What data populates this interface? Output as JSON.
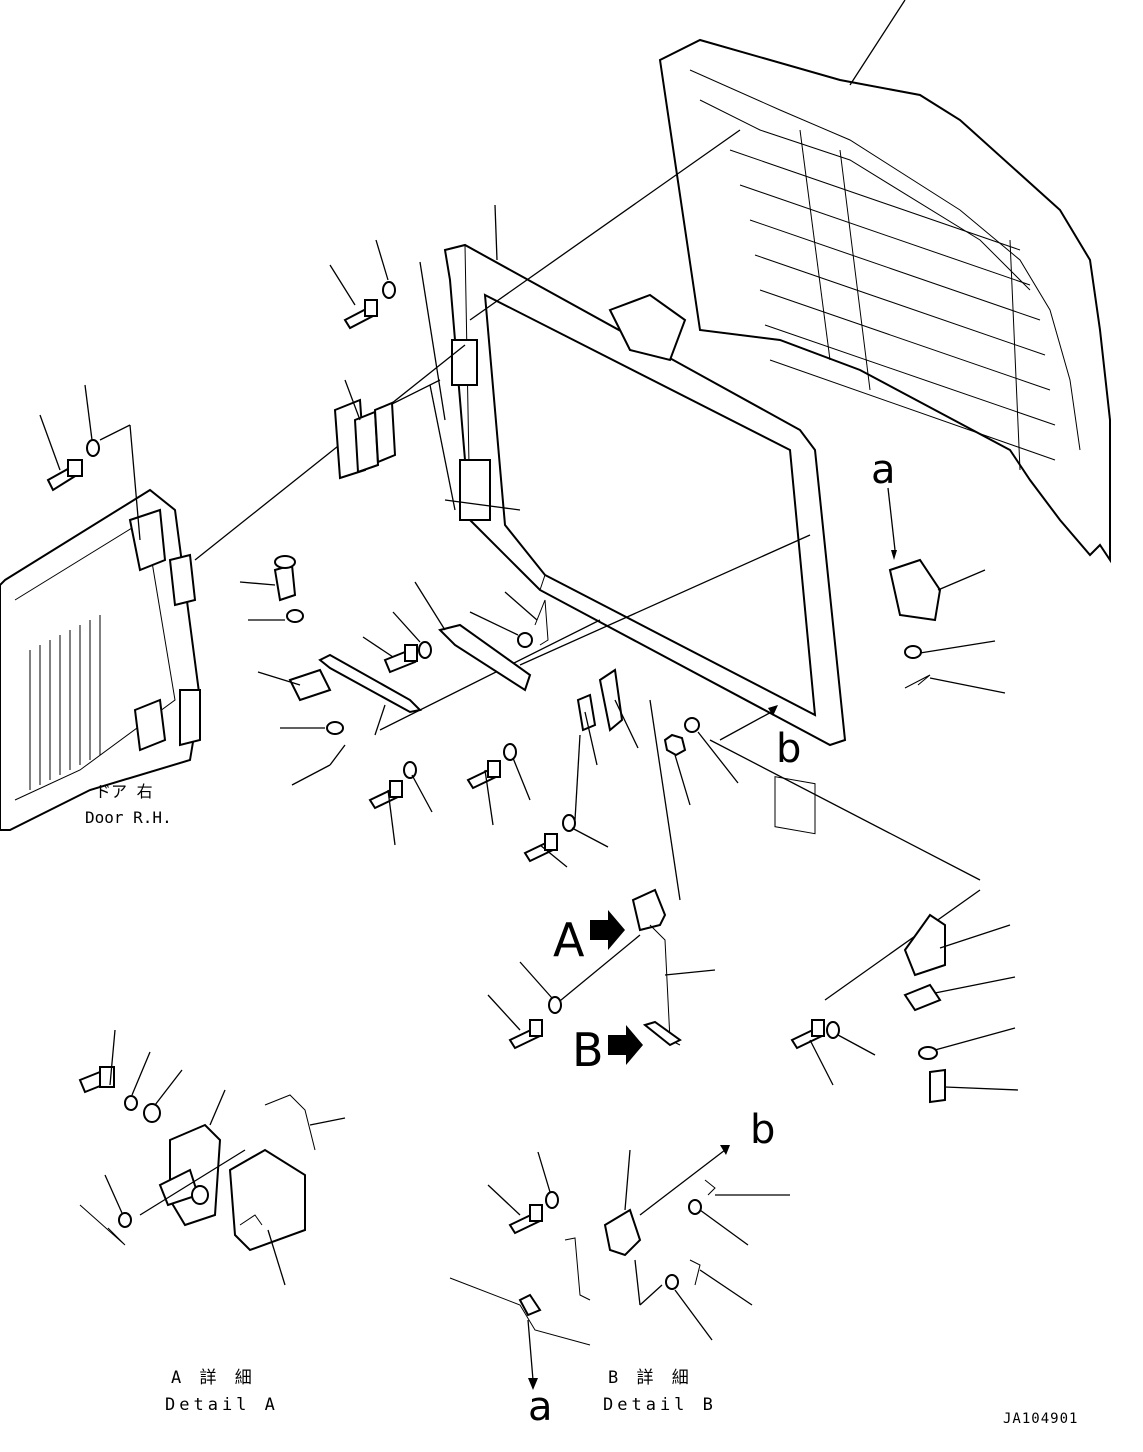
{
  "labels": {
    "door_jp": "ドア 右",
    "door_en": "Door R.H.",
    "detail_a_jp": "A 詳 細",
    "detail_a_en": "Detail A",
    "detail_b_jp": "B 詳 細",
    "detail_b_en": "Detail B",
    "callout_a_upper": "A",
    "callout_b_upper": "B",
    "ref_a_top": "a",
    "ref_b_mid": "b",
    "ref_b_bottom": "b",
    "ref_a_bottom": "a",
    "drawing_code": "JA104901"
  }
}
